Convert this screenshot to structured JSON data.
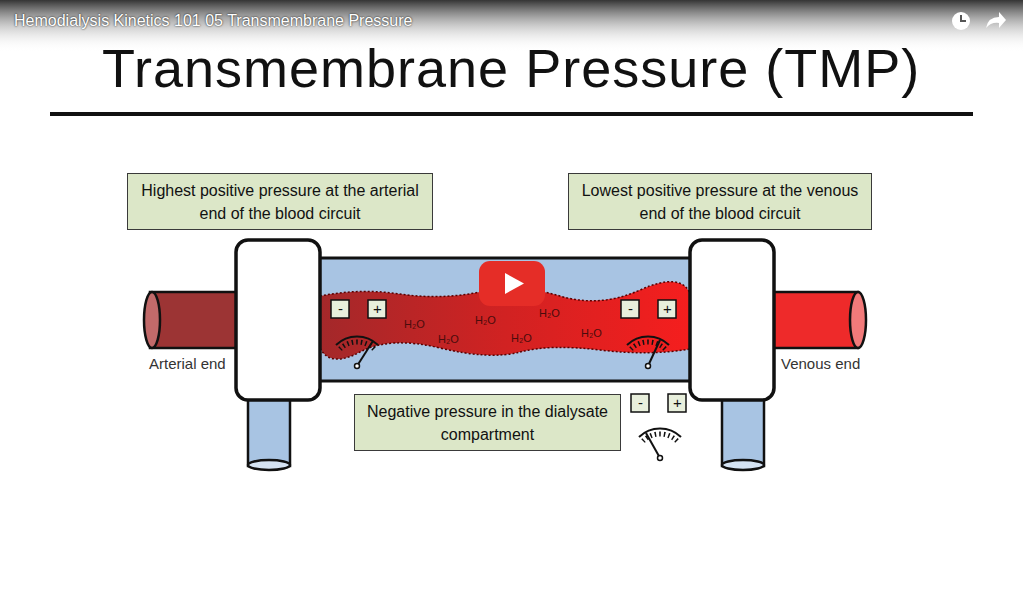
{
  "diagram": {
    "title": "Transmembrane Pressure (TMP)",
    "nodes": [
      {
        "text": [
          "Highest positive pressure at the arterial end of the blood circuit"
        ]
      },
      {
        "text": [
          "Lowest positive pressure at the venous end of the blood circuit"
        ]
      },
      {
        "text": [
          "Negative pressure in the dialysate compartment"
        ]
      }
    ],
    "labels": [
      "Hemodialysis Kinetics 101 05 Transmembrane Pressure",
      "Arterial end",
      "Venous end",
      "H₂O",
      "H₂O",
      "H₂O",
      "H₂O",
      "H₂O",
      "H₂O",
      "-",
      "+",
      "-",
      "+",
      "-",
      "+"
    ]
  }
}
